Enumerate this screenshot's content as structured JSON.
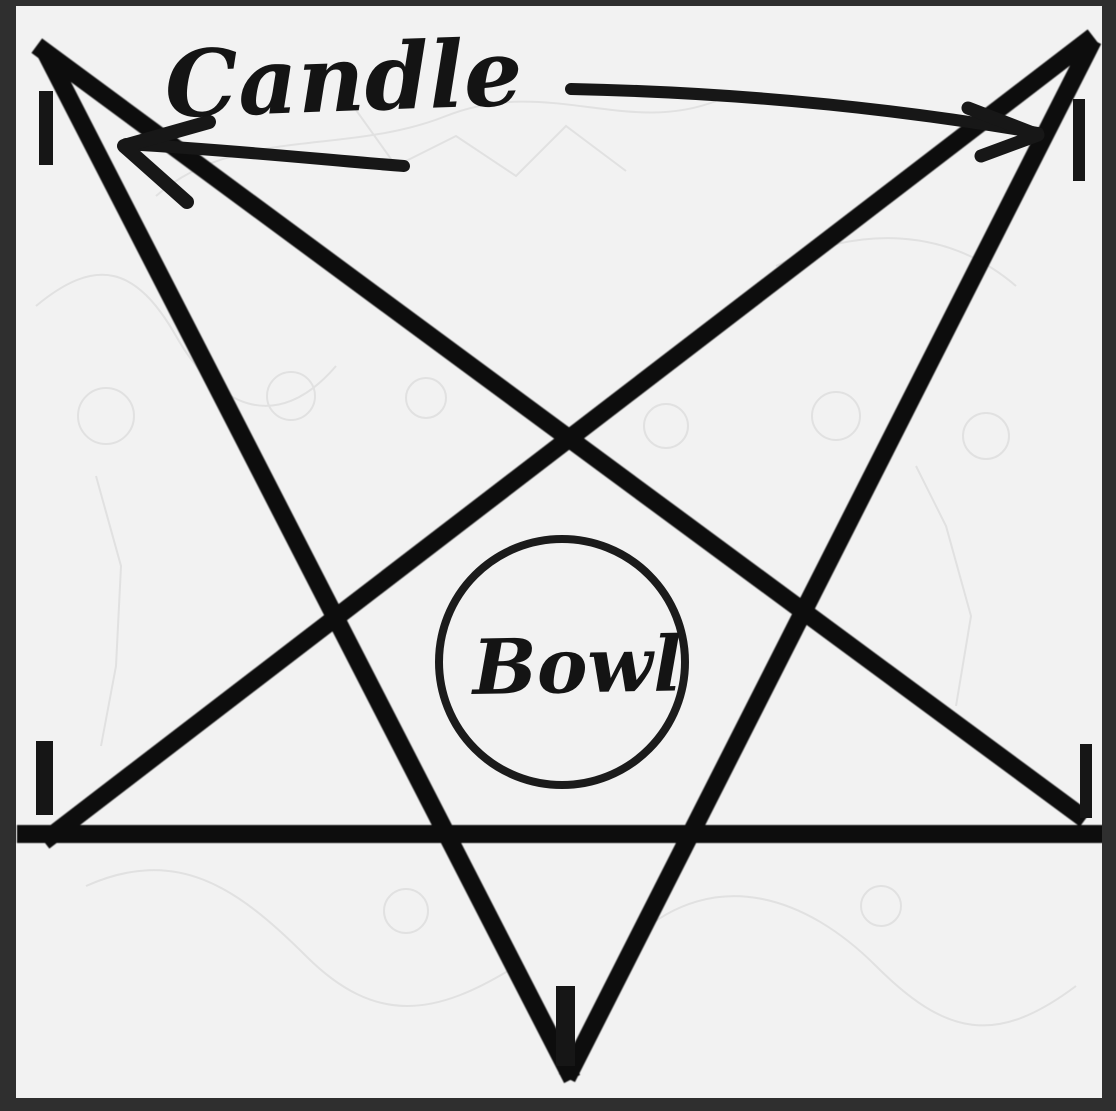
{
  "diagram": {
    "labels": {
      "top": "Candle",
      "center": "Bowl"
    },
    "elements": {
      "shape": "pentagram",
      "candles": 5,
      "bowl": 1
    },
    "colors": {
      "ink": "#111111",
      "paper": "#f2f2f2",
      "frame": "#2f2f2f",
      "background_art": "#d7d7d7"
    }
  }
}
